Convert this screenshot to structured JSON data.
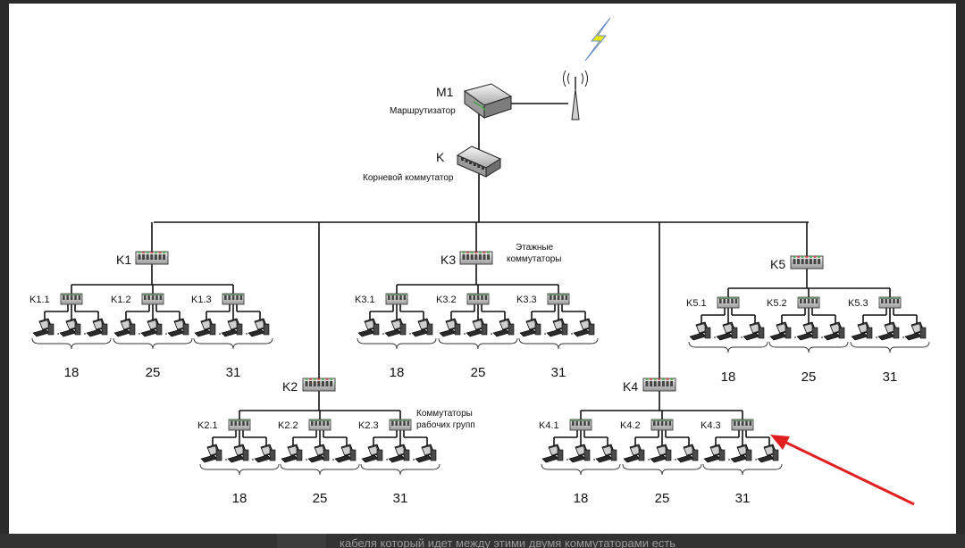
{
  "diagram": {
    "router": {
      "id": "M1",
      "label": "Маршрутизатор"
    },
    "root_switch": {
      "id": "K",
      "label": "Корневой коммутатор"
    },
    "floor_label": [
      "Этажные",
      "коммутаторы"
    ],
    "workgroup_label": [
      "Коммутаторы",
      "рабочих групп"
    ],
    "floor_switches": [
      {
        "id": "K1",
        "groups": [
          {
            "id": "K1.1",
            "count": "18"
          },
          {
            "id": "K1.2",
            "count": "25"
          },
          {
            "id": "K1.3",
            "count": "31"
          }
        ]
      },
      {
        "id": "K2",
        "groups": [
          {
            "id": "K2.1",
            "count": "18"
          },
          {
            "id": "K2.2",
            "count": "25"
          },
          {
            "id": "K2.3",
            "count": "31"
          }
        ]
      },
      {
        "id": "K3",
        "groups": [
          {
            "id": "K3.1",
            "count": "18"
          },
          {
            "id": "K3.2",
            "count": "25"
          },
          {
            "id": "K3.3",
            "count": "31"
          }
        ]
      },
      {
        "id": "K4",
        "groups": [
          {
            "id": "K4.1",
            "count": "18"
          },
          {
            "id": "K4.2",
            "count": "25"
          },
          {
            "id": "K4.3",
            "count": "31"
          }
        ]
      },
      {
        "id": "K5",
        "groups": [
          {
            "id": "K5.1",
            "count": "18"
          },
          {
            "id": "K5.2",
            "count": "25"
          },
          {
            "id": "K5.3",
            "count": "31"
          }
        ]
      }
    ]
  },
  "colors": {
    "line": "#111111",
    "arrow": "#e02020",
    "lightning": "#e8e810"
  },
  "icons": [
    "router-icon",
    "antenna-icon",
    "lightning-icon",
    "switch-icon",
    "computer-icon",
    "red-arrow-icon"
  ],
  "footer_text": "кабеля который идет между этими двумя коммутаторами есть"
}
